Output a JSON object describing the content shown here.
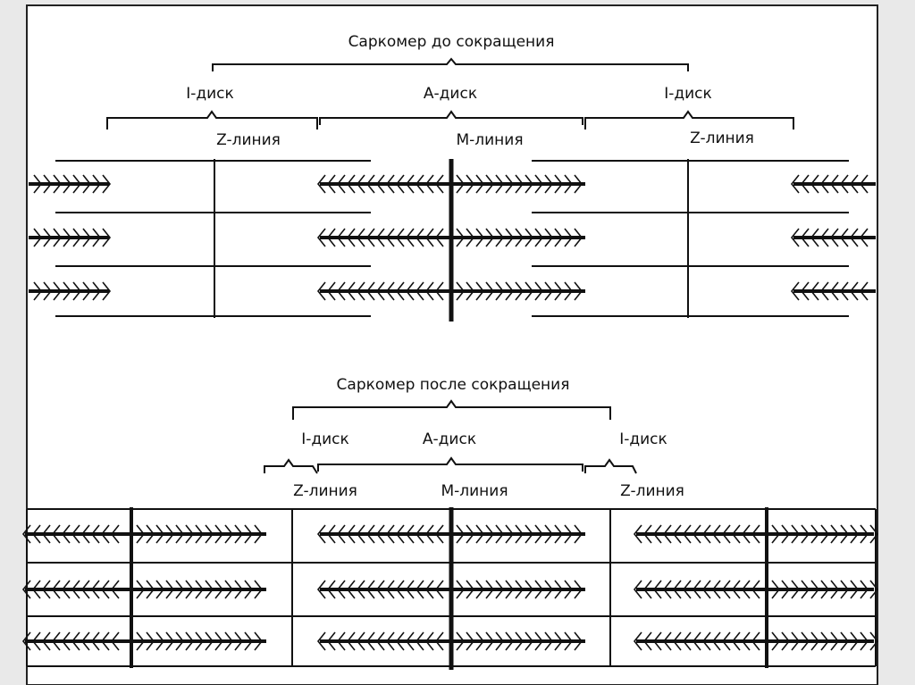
{
  "diagram": {
    "before": {
      "title": "Саркомер до сокращения",
      "i_disc_left": "I-диск",
      "a_disc": "А-диск",
      "i_disc_right": "I-диск",
      "z_line_left": "Z-линия",
      "m_line": "М-линия",
      "z_line_right": "Z-линия"
    },
    "after": {
      "title": "Саркомер после сокращения",
      "i_disc_left": "I-диск",
      "a_disc": "А-диск",
      "i_disc_right": "I-диск",
      "z_line_left": "Z-линия",
      "m_line": "М-линия",
      "z_line_right": "Z-линия"
    }
  },
  "colors": {
    "ink": "#111111",
    "page": "#ffffff",
    "frame": "#e9e9e9"
  }
}
